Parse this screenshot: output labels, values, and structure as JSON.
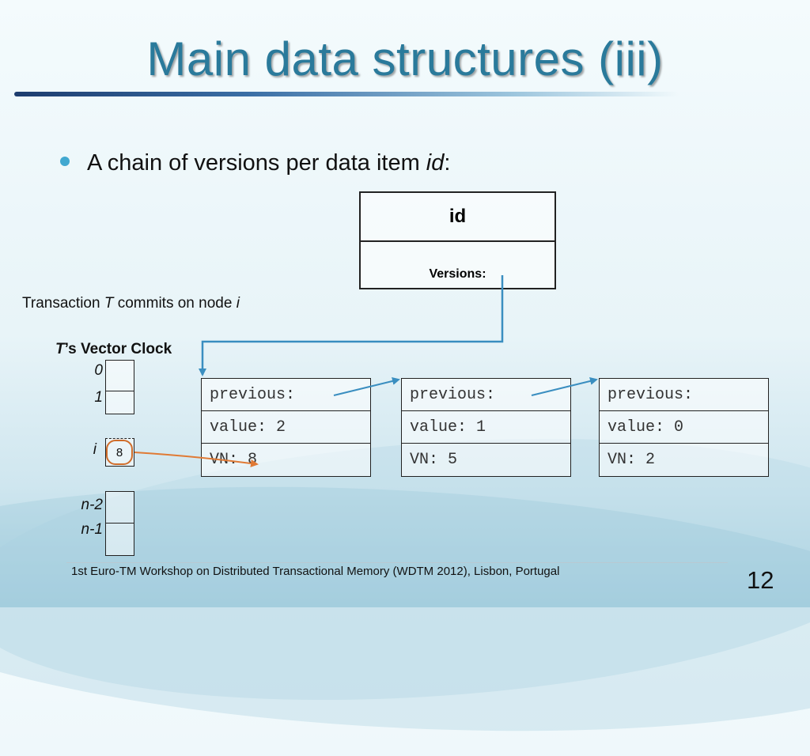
{
  "slide": {
    "title": "Main data structures (iii)",
    "bullet": {
      "text": "A chain of versions per data item ",
      "italic": "id",
      "suffix": ":"
    },
    "id_table": {
      "header": "id",
      "versions_label": "Versions:"
    },
    "transaction_note": {
      "prefix": "Transaction ",
      "t": "T",
      "middle": " commits on node ",
      "node": "i"
    },
    "vector_clock": {
      "title_t": "T",
      "title_rest": "’s Vector Clock",
      "labels": [
        "0",
        "1",
        "i",
        "n-2",
        "n-1"
      ],
      "value_at_i": "8"
    },
    "versions": [
      {
        "previous": "previous:",
        "value": "value: 2",
        "vn": "VN: 8"
      },
      {
        "previous": "previous:",
        "value": "value: 1",
        "vn": "VN: 5"
      },
      {
        "previous": "previous:",
        "value": "value: 0",
        "vn": "VN: 2"
      }
    ],
    "footer": "1st  Euro-TM Workshop on Distributed Transactional Memory (WDTM 2012), Lisbon, Portugal",
    "page_number": "12",
    "colors": {
      "title": "#2a7a9b",
      "bullet_dot": "#41a8d0",
      "arrow_blue": "#3a8ec0",
      "arrow_orange": "#e07a35"
    }
  }
}
